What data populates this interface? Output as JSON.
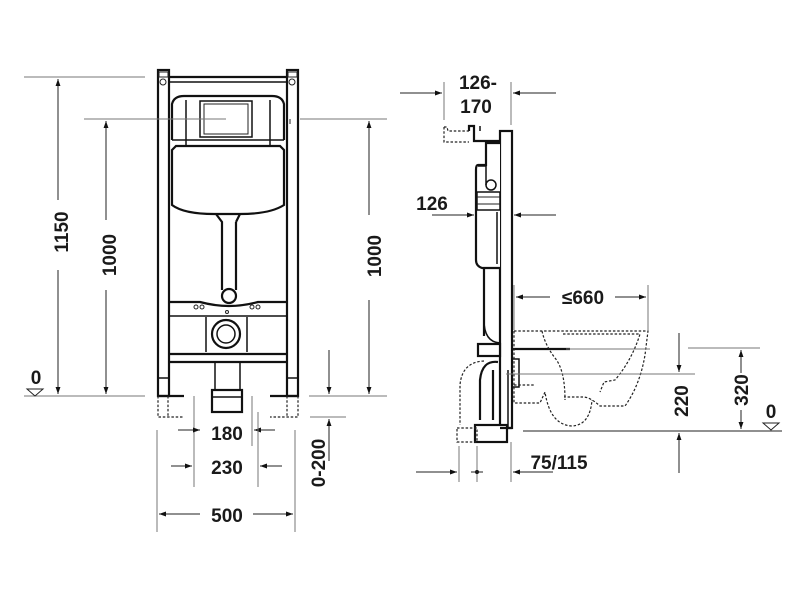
{
  "front_view": {
    "dim_height_total": "1150",
    "dim_height_left": "1000",
    "dim_height_right": "1000",
    "floor_level": "0",
    "dim_inner_width": "180",
    "dim_mid_width": "230",
    "dim_total_width": "500",
    "dim_leg_extension": "0-200"
  },
  "side_view": {
    "dim_depth_range_line1": "126-",
    "dim_depth_range_line2": "170",
    "dim_depth_cistern": "126",
    "dim_bowl_projection": "≤660",
    "dim_drain_height": "220",
    "dim_seat_height": "320",
    "floor_level": "0",
    "dim_drain_offset": "75/115"
  },
  "colors": {
    "line": "#111111",
    "dimension_line": "#777777",
    "background": "#ffffff"
  }
}
